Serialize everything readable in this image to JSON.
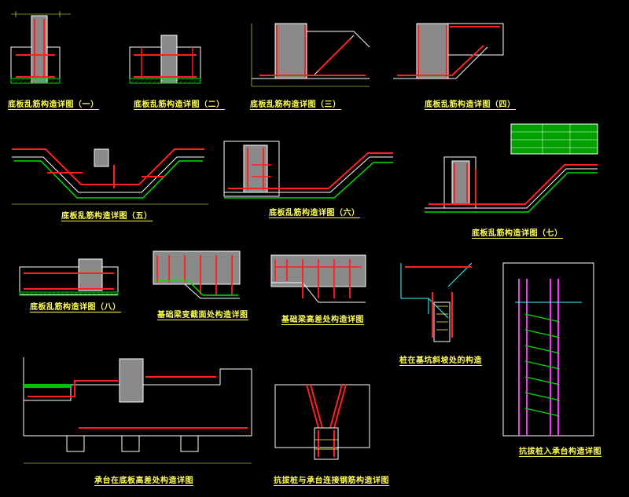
{
  "titles": {
    "d1": "底板乱筋构造详图（一）",
    "d2": "底板乱筋构造详图（二）",
    "d3": "底板乱筋构造详图（三）",
    "d4": "底板乱筋构造详图（四）",
    "d5": "底板乱筋构造详图（五）",
    "d6": "底板乱筋构造详图（六）",
    "d7": "底板乱筋构造详图（七）",
    "d8": "底板乱筋构造详图（八）",
    "d9": "基础梁变截面处构造详图",
    "d10": "基础梁高差处构造详图",
    "d11": "桩在基坑斜坡处的构造",
    "d12": "承台在底板高差处构造详图",
    "d13": "抗拔桩与承台连接钢筋构造详图",
    "d14": "抗拔桩入承台构造详图"
  },
  "colors": {
    "background": "#000000",
    "rebar": "#ff2020",
    "outline": "#ffffff",
    "dimension": "#ffff55",
    "hatch": "#00e000",
    "magenta": "#ff33ff",
    "cyan": "#33ffff"
  }
}
